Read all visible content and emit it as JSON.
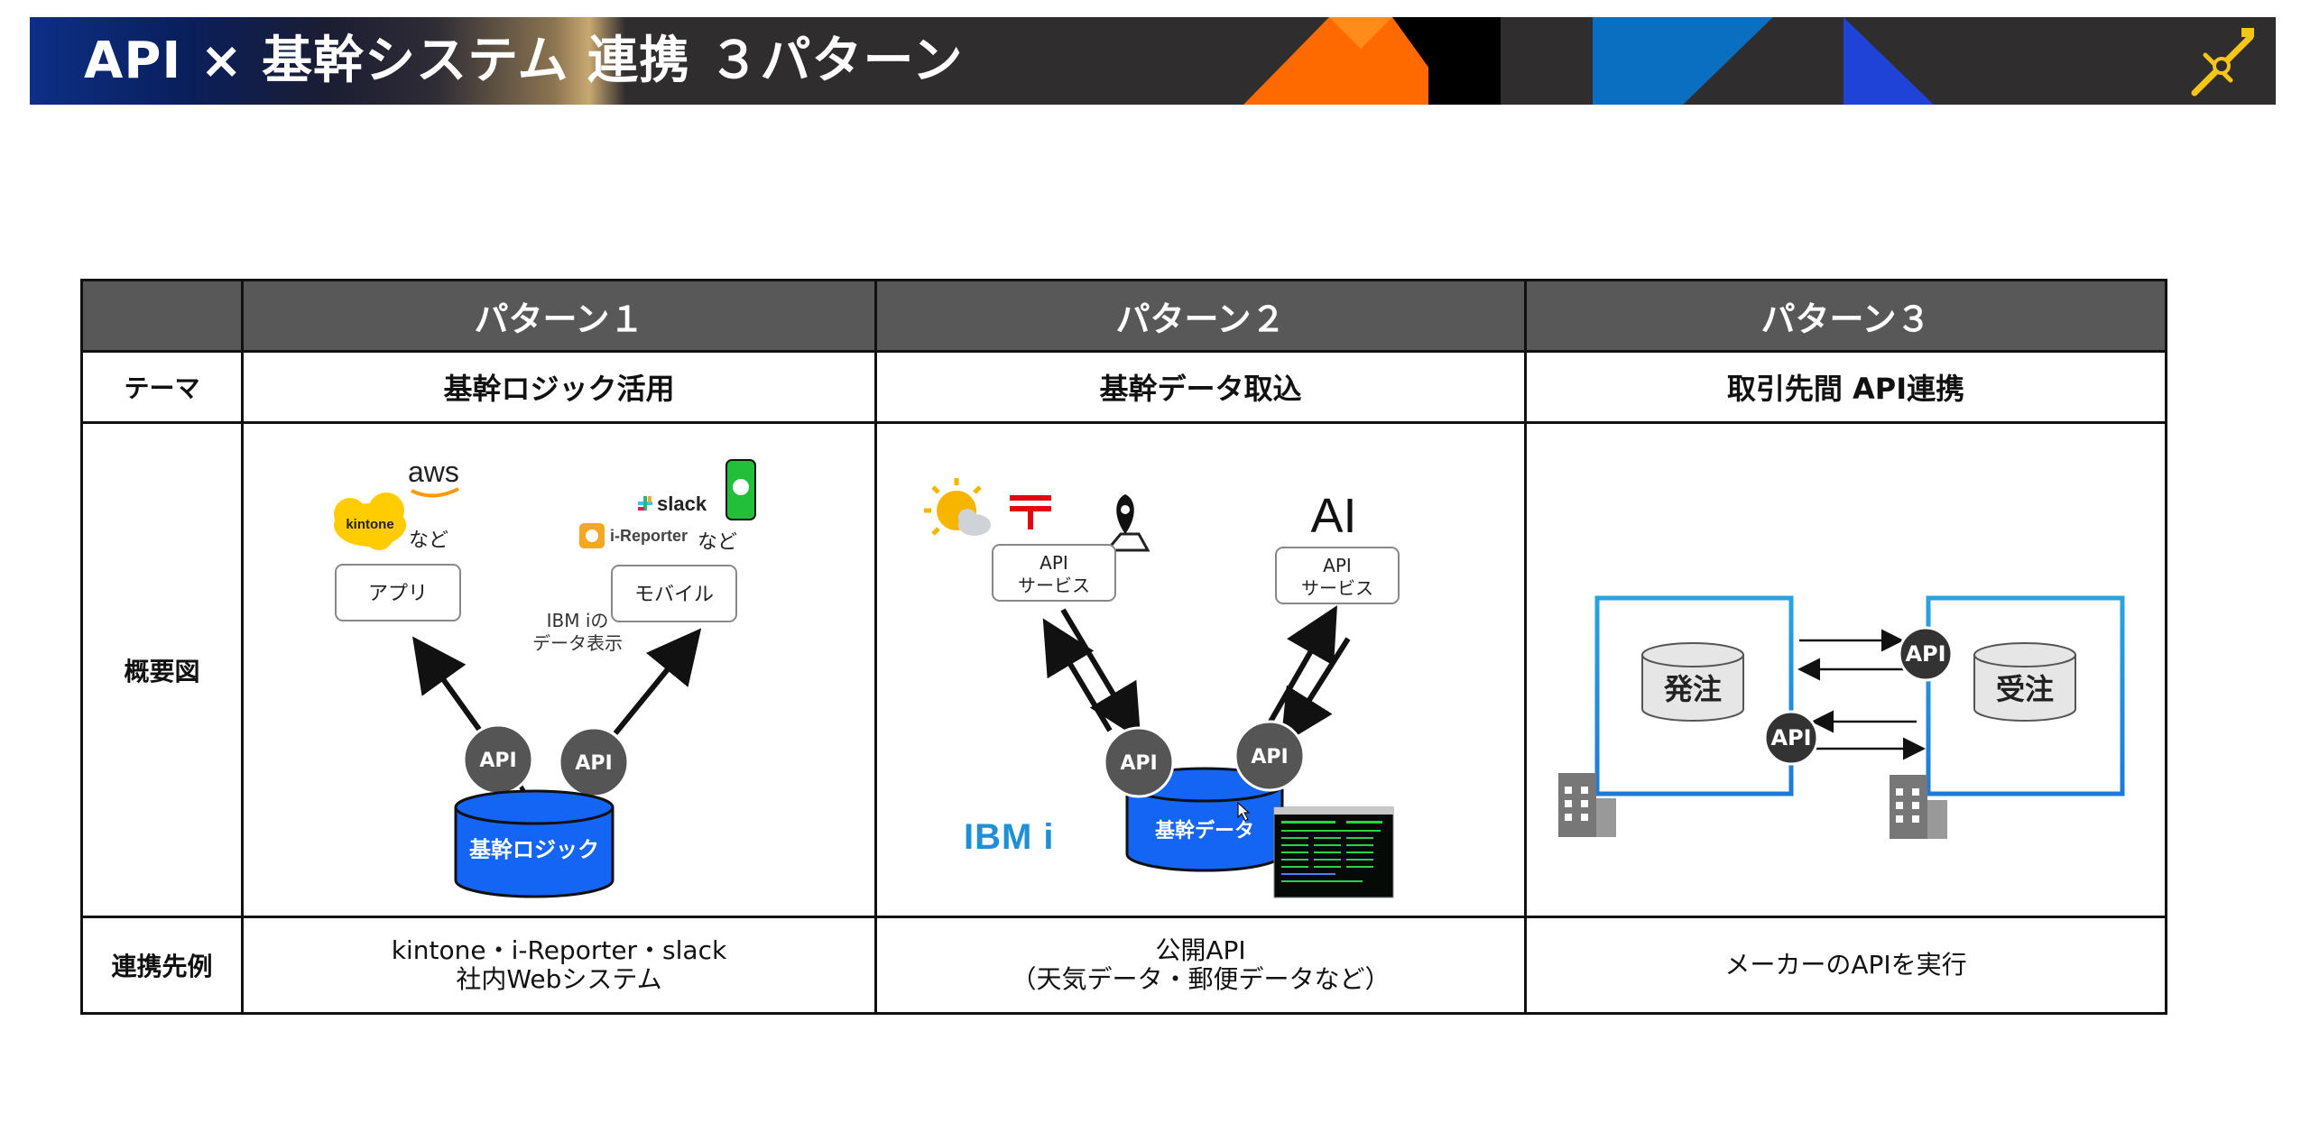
{
  "header": {
    "title": "API × 基幹システム 連携 ３パターン",
    "colors": {
      "navy": "#0d2f86",
      "orange": "#ff6a00",
      "blue": "#1f5fd6",
      "dark": "#2f2d2d",
      "logo": "#f5c518"
    }
  },
  "table": {
    "columns": [
      "パターン１",
      "パターン２",
      "パターン３"
    ],
    "rows": {
      "theme": {
        "label": "テーマ",
        "values": [
          "基幹ロジック活用",
          "基幹データ取込",
          "取引先間 API連携"
        ]
      },
      "diagram": {
        "label": "概要図"
      },
      "examples": {
        "label": "連携先例",
        "values": [
          [
            "kintone・i-Reporter・slack",
            "社内Webシステム"
          ],
          [
            "公開API",
            "（天気データ・郵便データなど）"
          ],
          [
            "メーカーのAPIを実行"
          ]
        ]
      }
    }
  },
  "pattern1": {
    "aws": "aws",
    "kintone": "kintone",
    "etc1": "など",
    "slack": "slack",
    "ireporter": "i-Reporter",
    "etc2": "など",
    "app_box": "アプリ",
    "mobile_box": "モバイル",
    "note_line1": "IBM iの",
    "note_line2": "データ表示",
    "api1": "API",
    "api2": "API",
    "db": "基幹ロジック",
    "line_icon": "LINE"
  },
  "pattern2": {
    "api_service1_l1": "API",
    "api_service1_l2": "サービス",
    "api_service2_l1": "API",
    "api_service2_l2": "サービス",
    "ai": "AI",
    "api1": "API",
    "api2": "API",
    "db": "基幹データ",
    "ibmi": "IBM i",
    "icons": [
      "weather-icon",
      "post-mark-icon",
      "map-pin-icon"
    ]
  },
  "pattern3": {
    "order": "発注",
    "receive": "受注",
    "api1": "API",
    "api2": "API",
    "icons": [
      "building-icon",
      "building-icon"
    ]
  }
}
